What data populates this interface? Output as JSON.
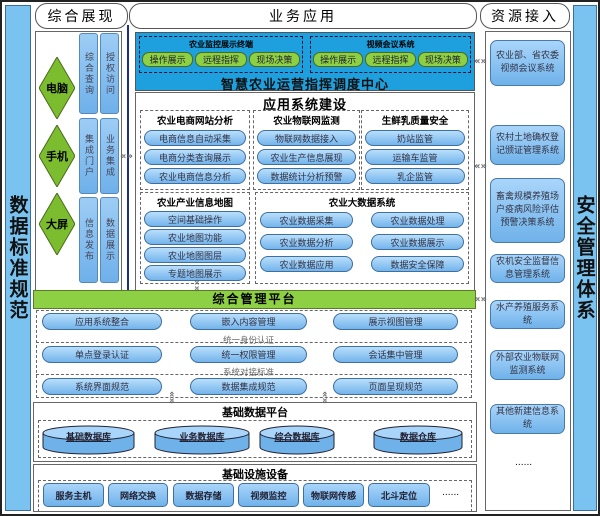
{
  "left_bar": "数据标准规范",
  "right_bar": "安全管理体系",
  "headers": {
    "display": "综合展现",
    "business": "业务应用",
    "resources": "资源接入"
  },
  "display": {
    "devices": [
      "电脑",
      "手机",
      "大屏"
    ],
    "columns": [
      [
        "综合查询",
        "授权访问"
      ],
      [
        "集成门户",
        "业务集成"
      ],
      [
        "信息发布",
        "数据展示"
      ]
    ]
  },
  "command_center": {
    "title": "智慧农业运营指挥调度中心",
    "terminals": [
      {
        "title": "农业监控展示终端",
        "buttons": [
          "操作展示",
          "远程指挥",
          "现场决策"
        ]
      },
      {
        "title": "视频会议系统",
        "buttons": [
          "操作展示",
          "远程指挥",
          "现场决策"
        ]
      }
    ]
  },
  "apps": {
    "title": "应用系统建设",
    "ecommerce": {
      "title": "农业电商网站分析",
      "items": [
        "电商信息自动采集",
        "电商分类查询展示",
        "农业电商信息分析"
      ]
    },
    "iot": {
      "title": "农业物联网监测",
      "items": [
        "物联网数据接入",
        "农业生产信息展现",
        "数据统计分析预警"
      ]
    },
    "milk": {
      "title": "生鲜乳质量安全",
      "items": [
        "奶站监管",
        "运输车监管",
        "乳企监管"
      ]
    },
    "map": {
      "title": "农业产业信息地图",
      "items": [
        "空间基础操作",
        "农业地图功能",
        "农业地图图层",
        "专题地图展示"
      ]
    },
    "bigdata": {
      "title": "农业大数据系统",
      "items": [
        "农业数据采集",
        "农业数据处理",
        "农业数据分析",
        "农业数据展示",
        "农业数据应用",
        "数据安全保障"
      ]
    }
  },
  "mgmt": {
    "title": "综合管理平台",
    "row1": [
      "应用系统整合",
      "嵌入内容管理",
      "展示视图管理"
    ],
    "sub2": "统一身份认证",
    "row2": [
      "单点登录认证",
      "统一权限管理",
      "会话集中管理"
    ],
    "sub3": "系统对接标准",
    "row3": [
      "系统界面规范",
      "数据集成规范",
      "页面呈现规范"
    ]
  },
  "data_platform": {
    "title": "基础数据平台",
    "dbs": [
      "基础数据库",
      "业务数据库",
      "综合数据库",
      "数据仓库"
    ]
  },
  "infra": {
    "title": "基础设施设备",
    "items": [
      "服务主机",
      "网络交换",
      "数据存储",
      "视频监控",
      "物联网传感",
      "北斗定位"
    ],
    "more": "......"
  },
  "resources": [
    "农业部、省农委视频会议系统",
    "农村土地确权登记颁证管理系统",
    "畜禽规模养殖场户疫病风险评估预警决策系统",
    "农机安全监督信息管理系统",
    "水产养殖服务系统",
    "外部农业物联网监测系统",
    "其他新建信息系统"
  ],
  "resources_more": "......",
  "connector": "«»",
  "colors": {
    "side": "#7ac3f0",
    "center": "#1da0dd",
    "green": "#8dd044",
    "pill": "#74b4ec"
  }
}
